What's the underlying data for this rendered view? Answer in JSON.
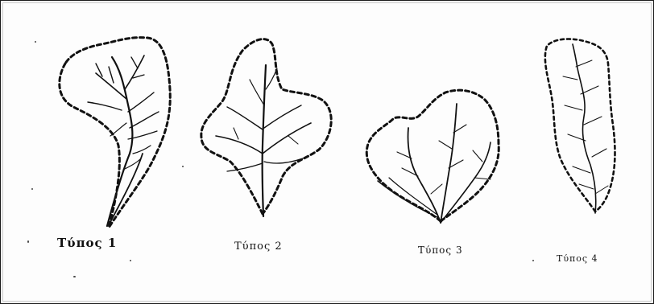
{
  "figure": {
    "leaves": [
      {
        "id": "leaf-type-1",
        "caption": "Τύπος 1"
      },
      {
        "id": "leaf-type-2",
        "caption": "Τύπος 2"
      },
      {
        "id": "leaf-type-3",
        "caption": "Τύπος 3"
      },
      {
        "id": "leaf-type-4",
        "caption": "Τύπος 4"
      }
    ]
  },
  "colors": {
    "ink": "#111111",
    "background": "#fdfdfd"
  }
}
